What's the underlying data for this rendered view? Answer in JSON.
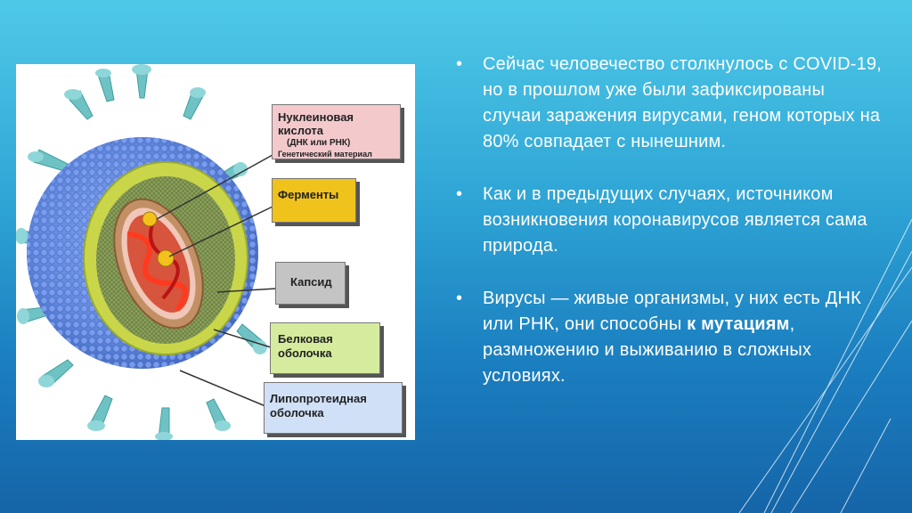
{
  "diagram": {
    "labels": {
      "nucleic_acid": "Нуклеиновая кислота",
      "nucleic_sub": "(ДНК или РНК)",
      "nucleic_sub2": "Генетический материал",
      "enzymes": "Ферменты",
      "capsid": "Капсид",
      "protein_shell_1": "Белковая",
      "protein_shell_2": "оболочка",
      "lipoprotein_1": "Липопротеидная",
      "lipoprotein_2": "оболочка"
    },
    "colors": {
      "outer_shell": "#5f86db",
      "spikes": "#6fc2c4",
      "inner_band": "#c9d64a",
      "capsid": "#7b8f55",
      "core": "#b8845a",
      "rna": "#e02020",
      "enzyme_dot": "#f2c21a"
    }
  },
  "bullets": [
    {
      "marker": "•",
      "text": "Сейчас человечество столкнулось с COVID-19, но в прошлом уже были зафиксированы случаи заражения вирусами, геном которых на 80% совпадает с нынешним."
    },
    {
      "marker": "•",
      "text": "Как и в предыдущих случаях, источником возникновения коронавирусов является сама природа."
    },
    {
      "marker": "•",
      "text_before": "Вирусы — живые организмы, у них есть ДНК или РНК, они способны ",
      "bold": "к мутациям",
      "text_after": ", размножению и выживанию в сложных условиях."
    }
  ]
}
